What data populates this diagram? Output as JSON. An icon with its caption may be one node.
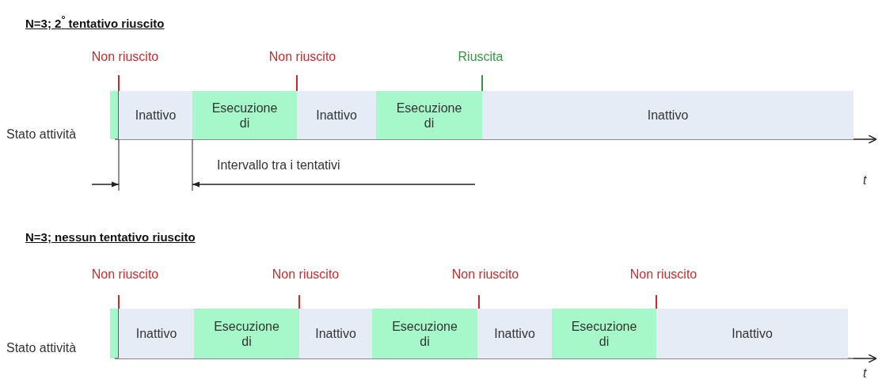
{
  "diagram": {
    "nodes": [
      {
        "text": [
          "Inattivo"
        ]
      },
      {
        "text": [
          "Esecuzione di"
        ]
      },
      {
        "text": [
          "Inattivo"
        ]
      },
      {
        "text": [
          "Esecuzione di"
        ]
      },
      {
        "text": [
          "Inattivo"
        ]
      },
      {
        "text": [
          "Inattivo"
        ]
      },
      {
        "text": [
          "Esecuzione di"
        ]
      },
      {
        "text": [
          "Inattivo"
        ]
      },
      {
        "text": [
          "Esecuzione di"
        ]
      },
      {
        "text": [
          "Inattivo"
        ]
      },
      {
        "text": [
          "Esecuzione di"
        ]
      },
      {
        "text": [
          "Inattivo"
        ]
      }
    ],
    "labels": [
      "N=3; 2$^{°}$ tentativo riuscito",
      "Non riuscito",
      "Non riuscito",
      "Riuscita",
      "Stato attività",
      "Intervallo tra i tentativi",
      "t",
      "N=3; nessun tentativo riuscito",
      "Non riuscito",
      "Non riuscito",
      "Non riuscito",
      "Non riuscito",
      "Stato attività",
      "t"
    ]
  }
}
